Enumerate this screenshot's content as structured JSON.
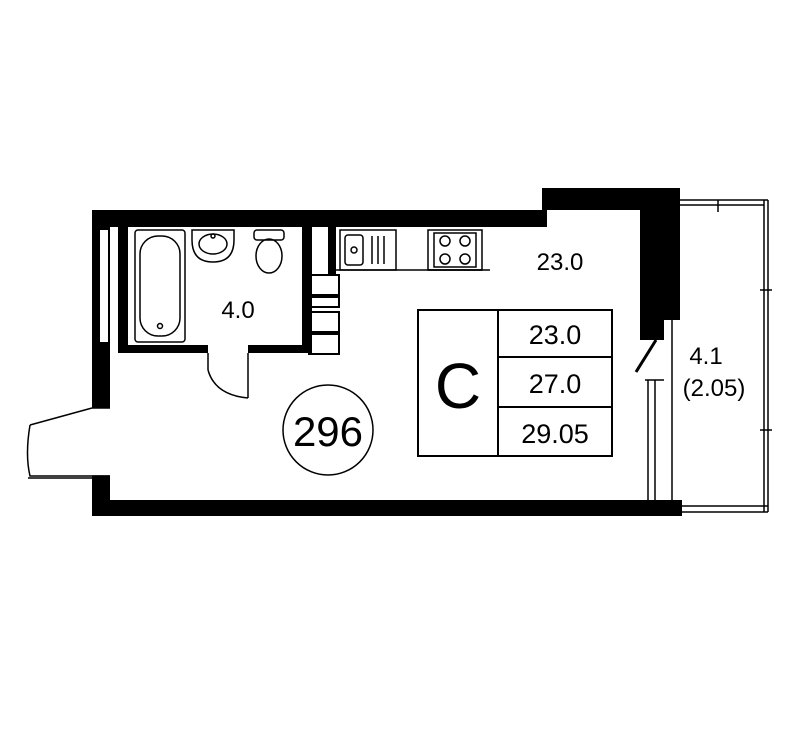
{
  "rooms": {
    "bathroom_area": "4.0",
    "main_area": "23.0",
    "balcony_area": "4.1",
    "balcony_reduced": "(2.05)"
  },
  "apartment": {
    "number": "296"
  },
  "info_box": {
    "type_letter": "C",
    "living_area": "23.0",
    "total_area": "27.0",
    "total_with_balcony": "29.05"
  },
  "colors": {
    "wall": "#000000",
    "background": "#ffffff",
    "fixture_stroke": "#000000"
  }
}
